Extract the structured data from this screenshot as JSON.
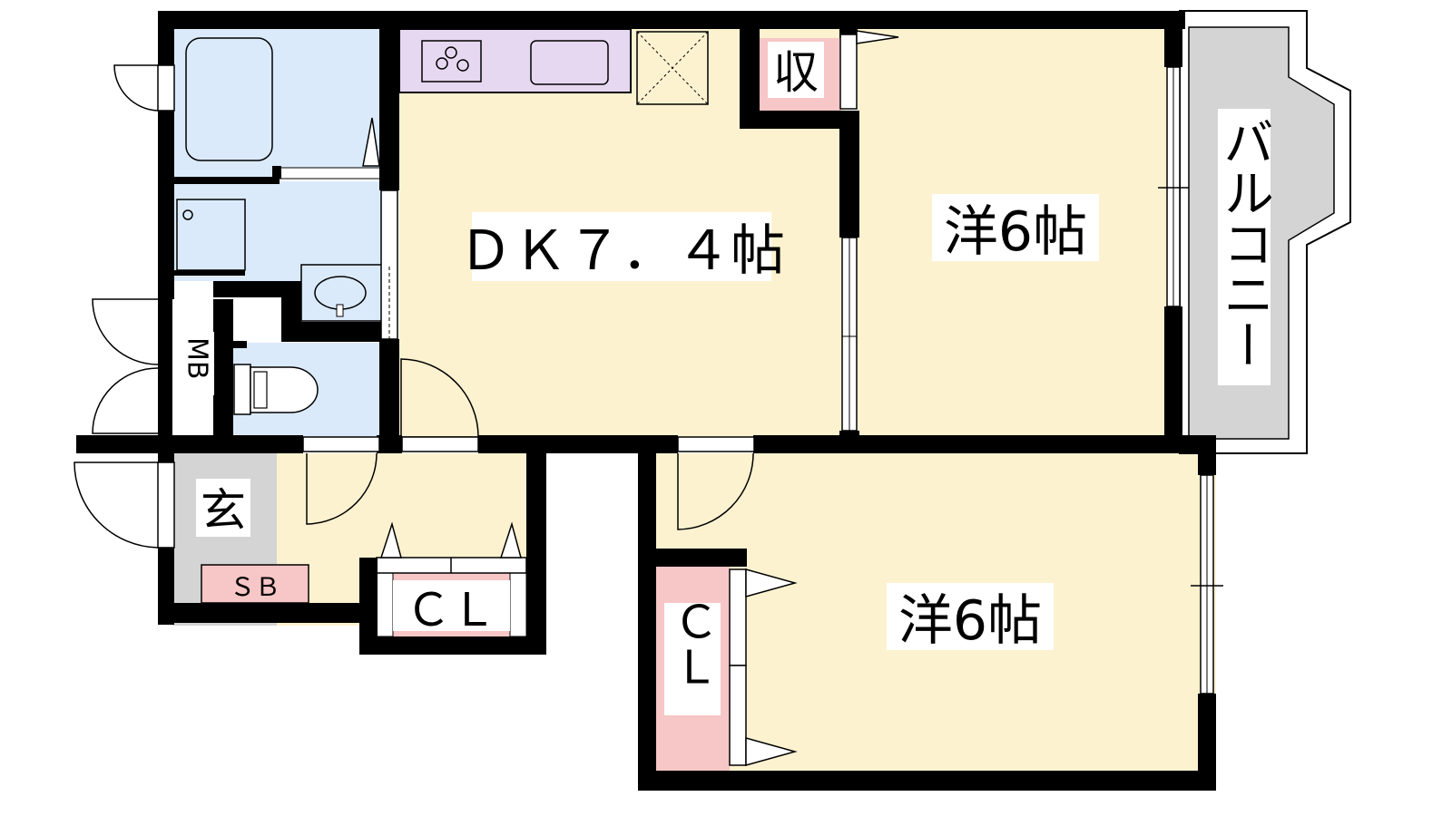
{
  "rooms": {
    "dk": "ＤＫ７．４帖",
    "western_north": "洋6帖",
    "western_south": "洋6帖",
    "balcony": "バルコニー",
    "storage": "収",
    "entrance": "玄",
    "meter_box": "MB",
    "shoe_box": "ＳＢ",
    "closet_hall": "ＣＬ",
    "closet_room": "ＣＬ"
  },
  "colors": {
    "wall": "#000000",
    "room_floor": "#fdf2d0",
    "wet_area": "#dbeafb",
    "kitchen_counter": "#e6d8f0",
    "storage_fill": "#f7c6c6",
    "balcony_fill": "#d4d4d4",
    "entrance_fill": "#d4d4d4",
    "background": "#ffffff"
  }
}
